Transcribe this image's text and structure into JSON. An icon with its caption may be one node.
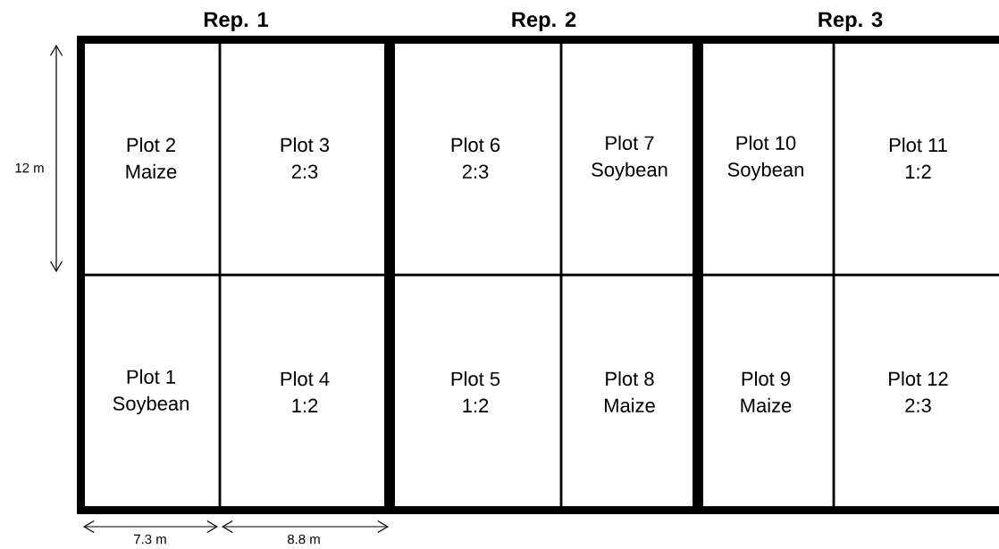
{
  "diagram": {
    "nodes": [
      {
        "text": [
          "Rep. 1"
        ]
      },
      {
        "text": [
          "Rep. 2"
        ]
      },
      {
        "text": [
          "Rep. 3"
        ]
      },
      {
        "text": [
          "Plot 2",
          "Maize"
        ],
        "in": 0
      },
      {
        "text": [
          "Plot 3",
          "2:3"
        ],
        "in": 0
      },
      {
        "text": [
          "Plot 6",
          "2:3"
        ],
        "in": 1
      },
      {
        "text": [
          "Plot 7",
          "Soybean"
        ],
        "in": 1
      },
      {
        "text": [
          "Plot 10",
          "Soybean"
        ],
        "in": 2
      },
      {
        "text": [
          "Plot 11",
          "1:2"
        ],
        "in": 2
      },
      {
        "text": [
          "Plot 1",
          "Soybean"
        ],
        "in": 0
      },
      {
        "text": [
          "Plot 4",
          "1:2"
        ],
        "in": 0
      },
      {
        "text": [
          "Plot 5",
          "1:2"
        ],
        "in": 1
      },
      {
        "text": [
          "Plot 8",
          "Maize"
        ],
        "in": 1
      },
      {
        "text": [
          "Plot 9",
          "Maize"
        ],
        "in": 2
      },
      {
        "text": [
          "Plot 12",
          "2:3"
        ],
        "in": 2
      }
    ],
    "labels": [
      "12 m",
      "7.3 m",
      "8.8 m"
    ]
  }
}
